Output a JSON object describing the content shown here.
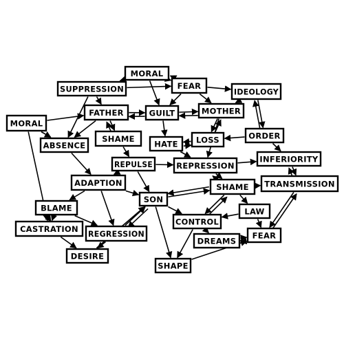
{
  "nodes": [
    {
      "id": "moral_top",
      "label": "MORAL"
    },
    {
      "id": "suppression",
      "label": "SUPPRESSION"
    },
    {
      "id": "fear_top",
      "label": "FEAR"
    },
    {
      "id": "ideology",
      "label": "IDEOLOGY"
    },
    {
      "id": "moral_left",
      "label": "MORAL"
    },
    {
      "id": "father",
      "label": "FATHER"
    },
    {
      "id": "guilt",
      "label": "GUILT"
    },
    {
      "id": "mother",
      "label": "MOTHER"
    },
    {
      "id": "absence",
      "label": "ABSENCE"
    },
    {
      "id": "shame_top",
      "label": "SHAME"
    },
    {
      "id": "hate",
      "label": "HATE"
    },
    {
      "id": "loss",
      "label": "LOSS"
    },
    {
      "id": "order",
      "label": "ORDER"
    },
    {
      "id": "repulse",
      "label": "REPULSE"
    },
    {
      "id": "repression",
      "label": "REPRESSION"
    },
    {
      "id": "inferiority",
      "label": "INFERIORITY"
    },
    {
      "id": "adaption",
      "label": "ADAPTION"
    },
    {
      "id": "shame_mid",
      "label": "SHAME"
    },
    {
      "id": "transmission",
      "label": "TRANSMISSION"
    },
    {
      "id": "son",
      "label": "SON"
    },
    {
      "id": "blame",
      "label": "BLAME"
    },
    {
      "id": "law",
      "label": "LAW"
    },
    {
      "id": "castration",
      "label": "CASTRATION"
    },
    {
      "id": "control",
      "label": "CONTROL"
    },
    {
      "id": "regression",
      "label": "REGRESSION"
    },
    {
      "id": "dreams",
      "label": "DREAMS"
    },
    {
      "id": "fear_bottom",
      "label": "FEAR"
    },
    {
      "id": "desire",
      "label": "DESIRE"
    },
    {
      "id": "shape",
      "label": "SHAPE"
    }
  ],
  "edges": [
    [
      "moral_top",
      "fear_top"
    ],
    [
      "fear_top",
      "moral_top"
    ],
    [
      "suppression",
      "fear_top"
    ],
    [
      "fear_top",
      "ideology"
    ],
    [
      "moral_top",
      "suppression"
    ],
    [
      "suppression",
      "father"
    ],
    [
      "fear_top",
      "mother"
    ],
    [
      "ideology",
      "mother"
    ],
    [
      "father",
      "guilt"
    ],
    [
      "guilt",
      "father"
    ],
    [
      "guilt",
      "mother"
    ],
    [
      "mother",
      "guilt"
    ],
    [
      "moral_left",
      "father"
    ],
    [
      "moral_left",
      "absence"
    ],
    [
      "moral_left",
      "castration"
    ],
    [
      "father",
      "shame_top"
    ],
    [
      "shame_top",
      "father"
    ],
    [
      "absence",
      "adaption"
    ],
    [
      "father",
      "absence"
    ],
    [
      "guilt",
      "hate"
    ],
    [
      "loss",
      "hate"
    ],
    [
      "hate",
      "loss"
    ],
    [
      "mother",
      "loss"
    ],
    [
      "loss",
      "mother"
    ],
    [
      "ideology",
      "order"
    ],
    [
      "order",
      "ideology"
    ],
    [
      "order",
      "loss"
    ],
    [
      "shame_top",
      "repulse"
    ],
    [
      "hate",
      "repression"
    ],
    [
      "repulse",
      "repression"
    ],
    [
      "repression",
      "inferiority"
    ],
    [
      "inferiority",
      "transmission"
    ],
    [
      "transmission",
      "inferiority"
    ],
    [
      "repression",
      "shame_mid"
    ],
    [
      "shame_mid",
      "repression"
    ],
    [
      "shame_mid",
      "transmission"
    ],
    [
      "repulse",
      "adaption"
    ],
    [
      "adaption",
      "son"
    ],
    [
      "son",
      "shame_mid"
    ],
    [
      "shame_mid",
      "son"
    ],
    [
      "adaption",
      "blame"
    ],
    [
      "blame",
      "castration"
    ],
    [
      "castration",
      "blame"
    ],
    [
      "blame",
      "regression"
    ],
    [
      "adaption",
      "regression"
    ],
    [
      "regression",
      "son"
    ],
    [
      "son",
      "regression"
    ],
    [
      "son",
      "control"
    ],
    [
      "shame_mid",
      "control"
    ],
    [
      "control",
      "shame_mid"
    ],
    [
      "shame_mid",
      "law"
    ],
    [
      "law",
      "fear_bottom"
    ],
    [
      "law",
      "control"
    ],
    [
      "control",
      "dreams"
    ],
    [
      "dreams",
      "fear_bottom"
    ],
    [
      "fear_bottom",
      "dreams"
    ],
    [
      "transmission",
      "fear_bottom"
    ],
    [
      "fear_bottom",
      "transmission"
    ],
    [
      "castration",
      "desire"
    ],
    [
      "regression",
      "desire"
    ],
    [
      "desire",
      "son"
    ],
    [
      "son",
      "shape"
    ],
    [
      "control",
      "shape"
    ],
    [
      "shape",
      "fear_bottom"
    ],
    [
      "repulse",
      "son"
    ],
    [
      "mother",
      "repression"
    ],
    [
      "order",
      "inferiority"
    ],
    [
      "moral_top",
      "guilt"
    ],
    [
      "fear_top",
      "guilt"
    ],
    [
      "suppression",
      "absence"
    ]
  ]
}
